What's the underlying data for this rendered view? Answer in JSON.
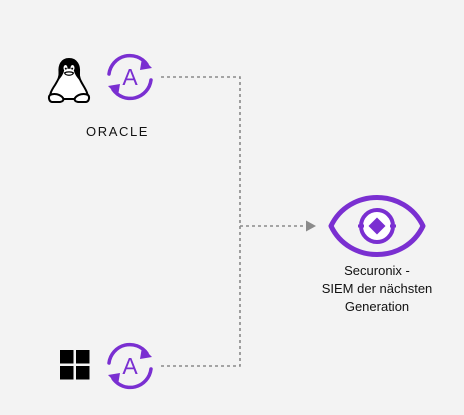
{
  "diagram": {
    "sources": [
      {
        "platforms": [
          "linux-penguin-icon"
        ],
        "agent_icon": "agent-sync-icon",
        "agent_letter": "A",
        "vendor_label": "ORACLE"
      },
      {
        "platforms": [
          "windows-logo-icon"
        ],
        "agent_icon": "agent-sync-icon",
        "agent_letter": "A"
      }
    ],
    "target": {
      "icon": "eye-icon",
      "label_lines": [
        "Securonix -",
        "SIEM der nächsten",
        "Generation"
      ]
    },
    "colors": {
      "accent": "#7a2fd1",
      "connector": "#8a8a8a",
      "background": "#f3f3f3",
      "text": "#111111"
    }
  }
}
